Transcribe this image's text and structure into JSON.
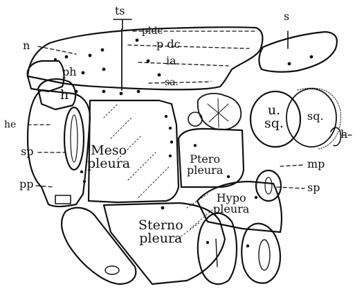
{
  "labels": {
    "ts": "ts",
    "pldc": "pldc",
    "pdc": "p dc",
    "s": "s",
    "n": "n",
    "ia": "ia",
    "ph": "ph",
    "sa_notum": "sa.",
    "h_left": "h",
    "he": "he",
    "sp_left": "sp",
    "pp": "pp",
    "meso_1": "Meso",
    "meso_2": "pleura",
    "ptero_1": "Ptero",
    "ptero_2": "pleura",
    "u_sq_1": "u.",
    "u_sq_2": "sq.",
    "sq": "sq.",
    "h_right": "h",
    "mp": "mp",
    "sp_right": "sp",
    "hypo_1": "Hypo",
    "hypo_2": "pleura",
    "sterno_1": "Sterno",
    "sterno_2": "pleura"
  },
  "colors": {
    "ink": "#111111",
    "paper": "#ffffff"
  }
}
